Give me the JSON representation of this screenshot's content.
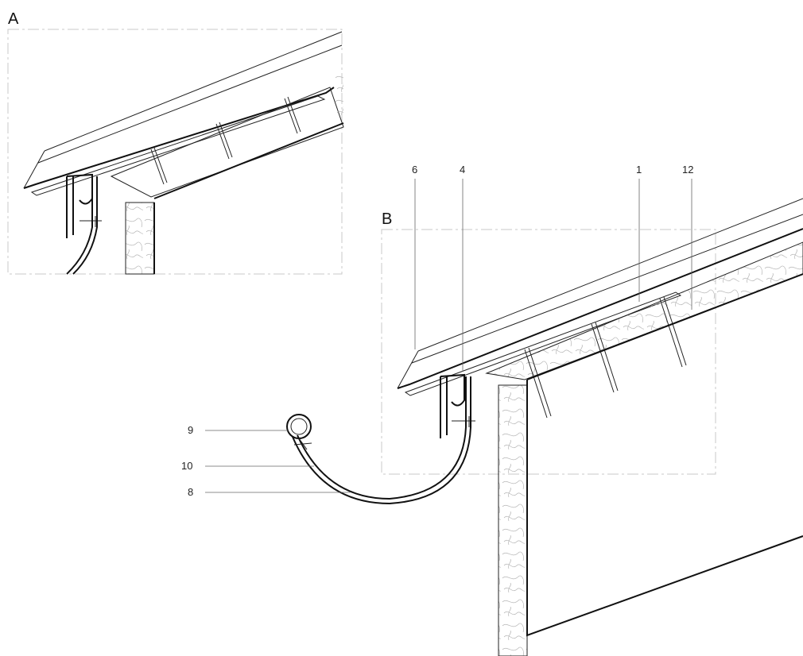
{
  "views": [
    {
      "letter": "A"
    },
    {
      "letter": "B"
    }
  ],
  "callouts": [
    {
      "number": "6"
    },
    {
      "number": "4"
    },
    {
      "number": "1"
    },
    {
      "number": "12"
    },
    {
      "number": "9"
    },
    {
      "number": "10"
    },
    {
      "number": "8"
    }
  ]
}
